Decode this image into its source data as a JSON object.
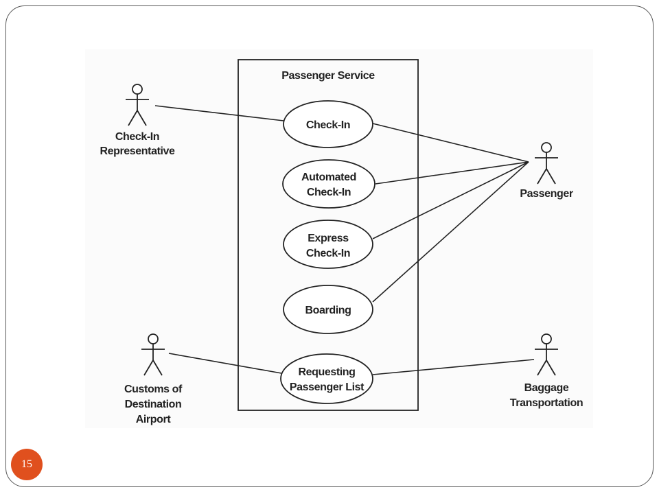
{
  "slide": {
    "page_number": "15",
    "accent_color": "#e0501e"
  },
  "diagram": {
    "system_name": "Passenger Service",
    "use_cases": [
      {
        "id": "check-in",
        "lines": [
          "Check-In"
        ]
      },
      {
        "id": "automated-check-in",
        "lines": [
          "Automated",
          "Check-In"
        ]
      },
      {
        "id": "express-check-in",
        "lines": [
          "Express",
          "Check-In"
        ]
      },
      {
        "id": "boarding",
        "lines": [
          "Boarding"
        ]
      },
      {
        "id": "requesting-passenger-list",
        "lines": [
          "Requesting",
          "Passenger List"
        ]
      }
    ],
    "actors": [
      {
        "id": "check-in-representative",
        "lines": [
          "Check-In",
          "Representative"
        ]
      },
      {
        "id": "passenger",
        "lines": [
          "Passenger"
        ]
      },
      {
        "id": "customs-of-destination-airport",
        "lines": [
          "Customs of",
          "Destination",
          "Airport"
        ]
      },
      {
        "id": "baggage-transportation",
        "lines": [
          "Baggage",
          "Transportation"
        ]
      }
    ],
    "associations": [
      {
        "actor": "check-in-representative",
        "use_case": "check-in"
      },
      {
        "actor": "passenger",
        "use_case": "check-in"
      },
      {
        "actor": "passenger",
        "use_case": "automated-check-in"
      },
      {
        "actor": "passenger",
        "use_case": "express-check-in"
      },
      {
        "actor": "passenger",
        "use_case": "boarding"
      },
      {
        "actor": "customs-of-destination-airport",
        "use_case": "requesting-passenger-list"
      },
      {
        "actor": "baggage-transportation",
        "use_case": "requesting-passenger-list"
      }
    ]
  }
}
